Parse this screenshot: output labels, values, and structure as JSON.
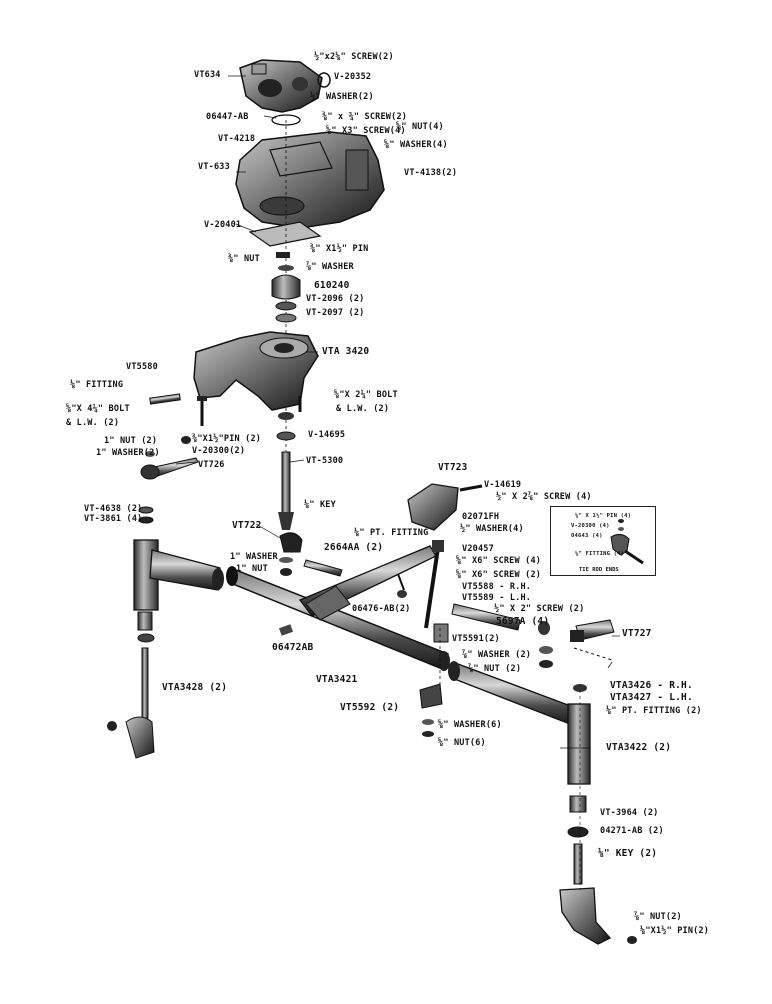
{
  "diagram": {
    "labels": {
      "vt634": "VT634",
      "screw_tl": "½\"x2⅛\" SCREW(2)",
      "v20352": "V-20352",
      "washer2_a": "½\" WASHER(2)",
      "p06447": "06447-AB",
      "screw_38": "⅜\" x ¾\" SCREW(2)",
      "screw_x3": "⅝\" X3\" SCREW(4)",
      "nut4_a": "⅝\" NUT(4)",
      "vt4218": "VT-4218",
      "washer4_a": "⅝\" WASHER(4)",
      "vt633": "VT-633",
      "vt4138": "VT-4138(2)",
      "v20401": "V-20401",
      "pin_a": "⅜\" X1½\" PIN",
      "nut_a": "⅜\" NUT",
      "washer_a": "⅞\" WASHER",
      "p610240": "610240",
      "vt2096": "VT-2096 (2)",
      "vt2097": "VT-2097 (2)",
      "vta3420": "VTA 3420",
      "vt5580": "VT5580",
      "fitting": "⅛\" FITTING",
      "bolt_a": "⅝\"X 4¼\" BOLT",
      "blw_a": "& L.W. (2)",
      "bolt_b": "⅝\"X 2¼\" BOLT",
      "blw_b": "& L.W. (2)",
      "nut1_a": "1\" NUT (2)",
      "pin_b": "⅜\"X1½\"PIN (2)",
      "washer1_a": "1\" WASHER(2)",
      "v20300": "V-20300(2)",
      "v14695": "V-14695",
      "vt726": "VT726",
      "vt5300": "VT-5300",
      "vt723": "VT723",
      "v14619": "V-14619",
      "screw_b": "½\" X 2⅞\" SCREW (4)",
      "vt4638": "VT-4638 (2)",
      "vt3861": "VT-3861 (4)",
      "key_a": "⅛\" KEY",
      "p02071": "02071FH",
      "washer4_b": "½\" WASHER(4)",
      "ptfit_a": "⅛\" PT. FITTING",
      "vt722": "VT722",
      "v20457": "V20457",
      "p2664": "2664AA (2)",
      "washer1_b": "1\" WASHER",
      "nut1_b": "1\" NUT",
      "screw_c": "⅝\" X6\" SCREW (4)",
      "screw_d": "⅝\" X6\" SCREW (2)",
      "vt5588": "VT5588 - R.H.",
      "vt5589": "VT5589 - L.H.",
      "screw_e": "½\" X 2\" SCREW (2)",
      "p06476": "06476-AB(2)",
      "p5697": "5697A (4)",
      "vt727": "VT727",
      "vt5591": "VT5591(2)",
      "p06472": "06472AB",
      "washer_b": "⅞\" WASHER (2)",
      "nut_b": "⅞\" NUT (2)",
      "vta3421": "VTA3421",
      "vta3426": "VTA3426 - R.H.",
      "vta3427": "VTA3427 - L.H.",
      "vta3428": "VTA3428 (2)",
      "vt5592": "VT5592 (2)",
      "ptfit_b": "⅛\" PT. FITTING (2)",
      "washer6": "⅝\" WASHER(6)",
      "nut6": "⅝\" NUT(6)",
      "vta3422": "VTA3422 (2)",
      "vt3964": "VT-3964 (2)",
      "p04271": "04271-AB (2)",
      "key_b": "⅛\" KEY (2)",
      "nut2_c": "⅞\" NUT(2)",
      "pin_c": "⅛\"X1½\" PIN(2)"
    },
    "inset": {
      "title": "TIE ROD ENDS",
      "pin": "⅛\" X 1½\" PIN (4)",
      "v20300": "V-20300 (4)",
      "p04643": "04643 (4)",
      "fitting": "⅛\" FITTING (4)"
    }
  }
}
